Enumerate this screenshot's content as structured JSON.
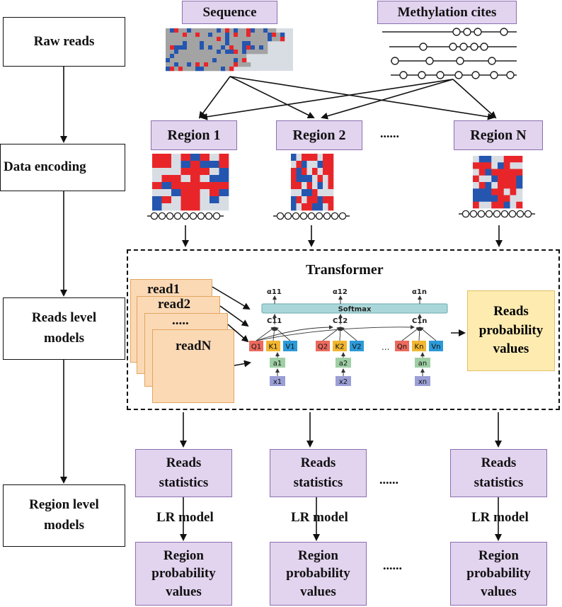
{
  "stages": {
    "raw_reads": "Raw reads",
    "data_encoding": "Data encoding",
    "reads_level_line1": "Reads level",
    "reads_level_line2": "models",
    "region_level_line1": "Region level",
    "region_level_line2": "models"
  },
  "inputs": {
    "sequence": "Sequence",
    "methylation": "Methylation cites"
  },
  "regions": {
    "region1": "Region 1",
    "region2": "Region 2",
    "regionN": "Region N",
    "ellipsis": "......"
  },
  "transformer": {
    "title": "Transformer",
    "reads": [
      "read1",
      "read2",
      ".....",
      "readN"
    ],
    "softmax": "Softmax",
    "output_line1": "Reads",
    "output_line2": "probability",
    "output_line3": "values",
    "alphas": [
      "α11",
      "α12",
      "α1n"
    ],
    "contexts": [
      "C11",
      "C12",
      "C1n"
    ],
    "qkv": [
      "Q1",
      "K1",
      "V1",
      "Q2",
      "K2",
      "V2",
      "Qn",
      "Kn",
      "Vn"
    ],
    "a_nodes": [
      "a1",
      "a2",
      "an"
    ],
    "x_nodes": [
      "x1",
      "x2",
      "xn"
    ],
    "dots": "..."
  },
  "region_level": {
    "stats_line1": "Reads",
    "stats_line2": "statistics",
    "lr_label": "LR model",
    "prob_line1": "Region",
    "prob_line2": "probability",
    "prob_line3": "values",
    "ellipsis": "......"
  },
  "colors": {
    "purple_fill": "#e2d3ef",
    "purple_border": "#8a6fb0",
    "read_fill": "#fbd9b5",
    "output_fill": "#fdebb0",
    "softmax_fill": "#a9d7d9",
    "q_color": "#ec6a5e",
    "k_color": "#f2b631",
    "v_color": "#2d9ad8",
    "a_color": "#9fcfa4",
    "x_color": "#9b9fd6",
    "heat_red": "#e8262a",
    "heat_blue": "#2456b0",
    "heat_gray": "#a3a3a3",
    "heat_light": "#d8dde4"
  }
}
